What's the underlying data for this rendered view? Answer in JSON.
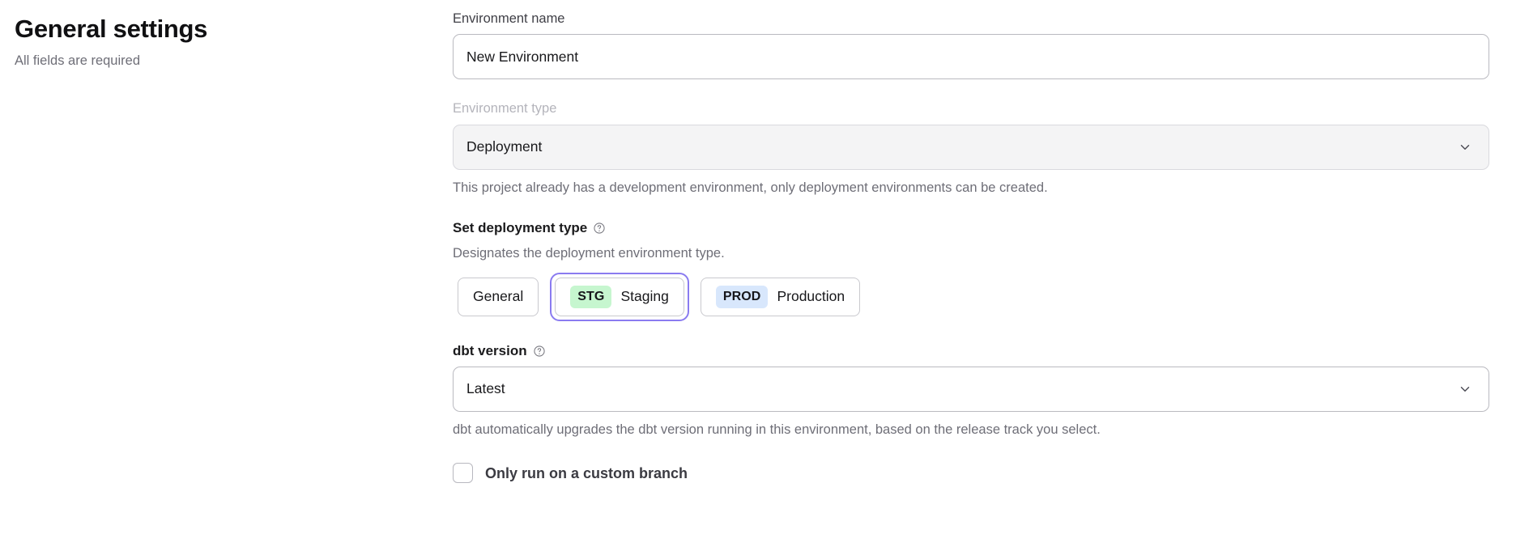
{
  "header": {
    "title": "General settings",
    "subtitle": "All fields are required"
  },
  "form": {
    "environment_name": {
      "label": "Environment name",
      "value": "New Environment",
      "placeholder": "Environment name"
    },
    "environment_type": {
      "label": "Environment type",
      "value": "Deployment",
      "helper": "This project already has a development environment, only deployment environments can be created.",
      "chevron_icon": "chevron-down-icon",
      "disabled": true
    },
    "deployment_type": {
      "label": "Set deployment type",
      "help_icon": "question-circle-icon",
      "description": "Designates the deployment environment type.",
      "options": [
        {
          "badge": "",
          "label": "General",
          "selected": false
        },
        {
          "badge": "STG",
          "label": "Staging",
          "selected": true,
          "badge_color": "#c6f6cf"
        },
        {
          "badge": "PROD",
          "label": "Production",
          "selected": false,
          "badge_color": "#d8e7fc"
        }
      ],
      "focus_ring_color": "#8a7bf0"
    },
    "dbt_version": {
      "label": "dbt version",
      "help_icon": "question-circle-icon",
      "value": "Latest",
      "helper": "dbt automatically upgrades the dbt version running in this environment, based on the release track you select.",
      "chevron_icon": "chevron-down-icon"
    },
    "custom_branch": {
      "label": "Only run on a custom branch",
      "checked": false
    }
  }
}
